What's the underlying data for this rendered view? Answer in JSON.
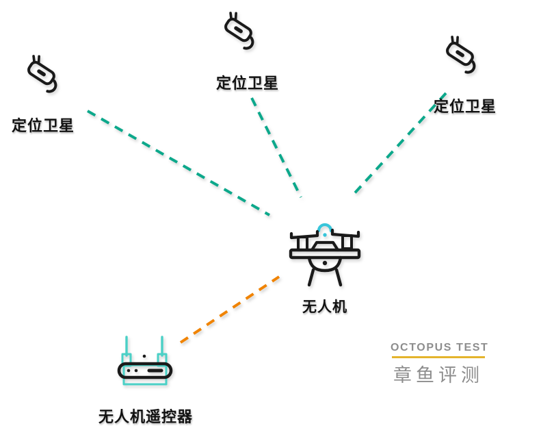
{
  "diagram": {
    "background": "#ffffff",
    "nodes": {
      "satellite_1": {
        "label": "定位卫星",
        "icon": "satellite-icon"
      },
      "satellite_2": {
        "label": "定位卫星",
        "icon": "satellite-icon"
      },
      "satellite_3": {
        "label": "定位卫星",
        "icon": "satellite-icon"
      },
      "drone": {
        "label": "无人机",
        "icon": "drone-icon",
        "accessory_icon": "wifi-signal-icon"
      },
      "remote": {
        "label": "无人机遥控器",
        "icon": "remote-controller-icon"
      }
    },
    "links": {
      "gps_color": "#0ca88b",
      "control_color": "#f08300",
      "style": "dashed"
    },
    "colors": {
      "icon_outline": "#1a1a1a",
      "wifi_accent": "#38c5da",
      "remote_accent": "#4ad0c6",
      "watermark_text": "#8d8d8d",
      "watermark_underline": "#e4b42c",
      "label_text": "#121212"
    },
    "watermark": {
      "title": "OCTOPUS TEST",
      "subtitle": "章鱼评测"
    }
  }
}
